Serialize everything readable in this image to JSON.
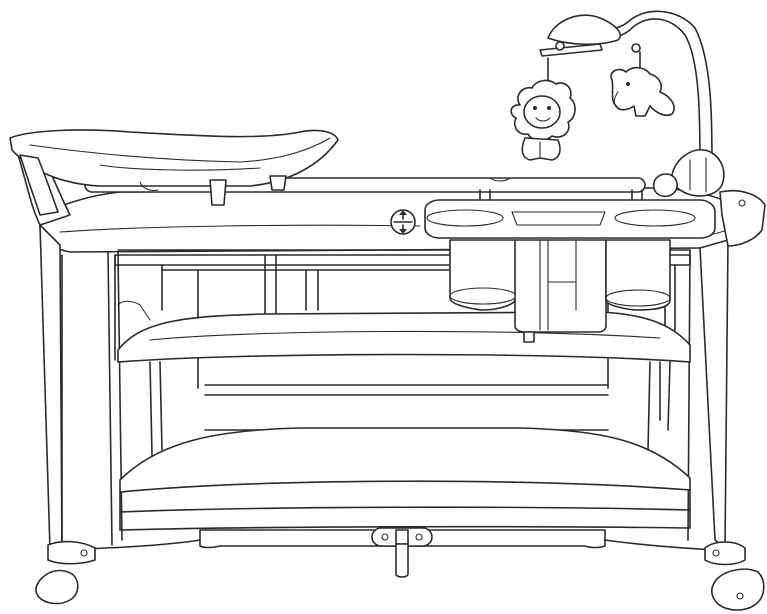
{
  "image": {
    "kind": "line-art product illustration",
    "subject": "playard",
    "style": "black outline on white",
    "colors": {
      "line": "#2b2b2b",
      "background": "#ffffff"
    },
    "icons": [
      "height-adjust-arrows-icon"
    ]
  }
}
